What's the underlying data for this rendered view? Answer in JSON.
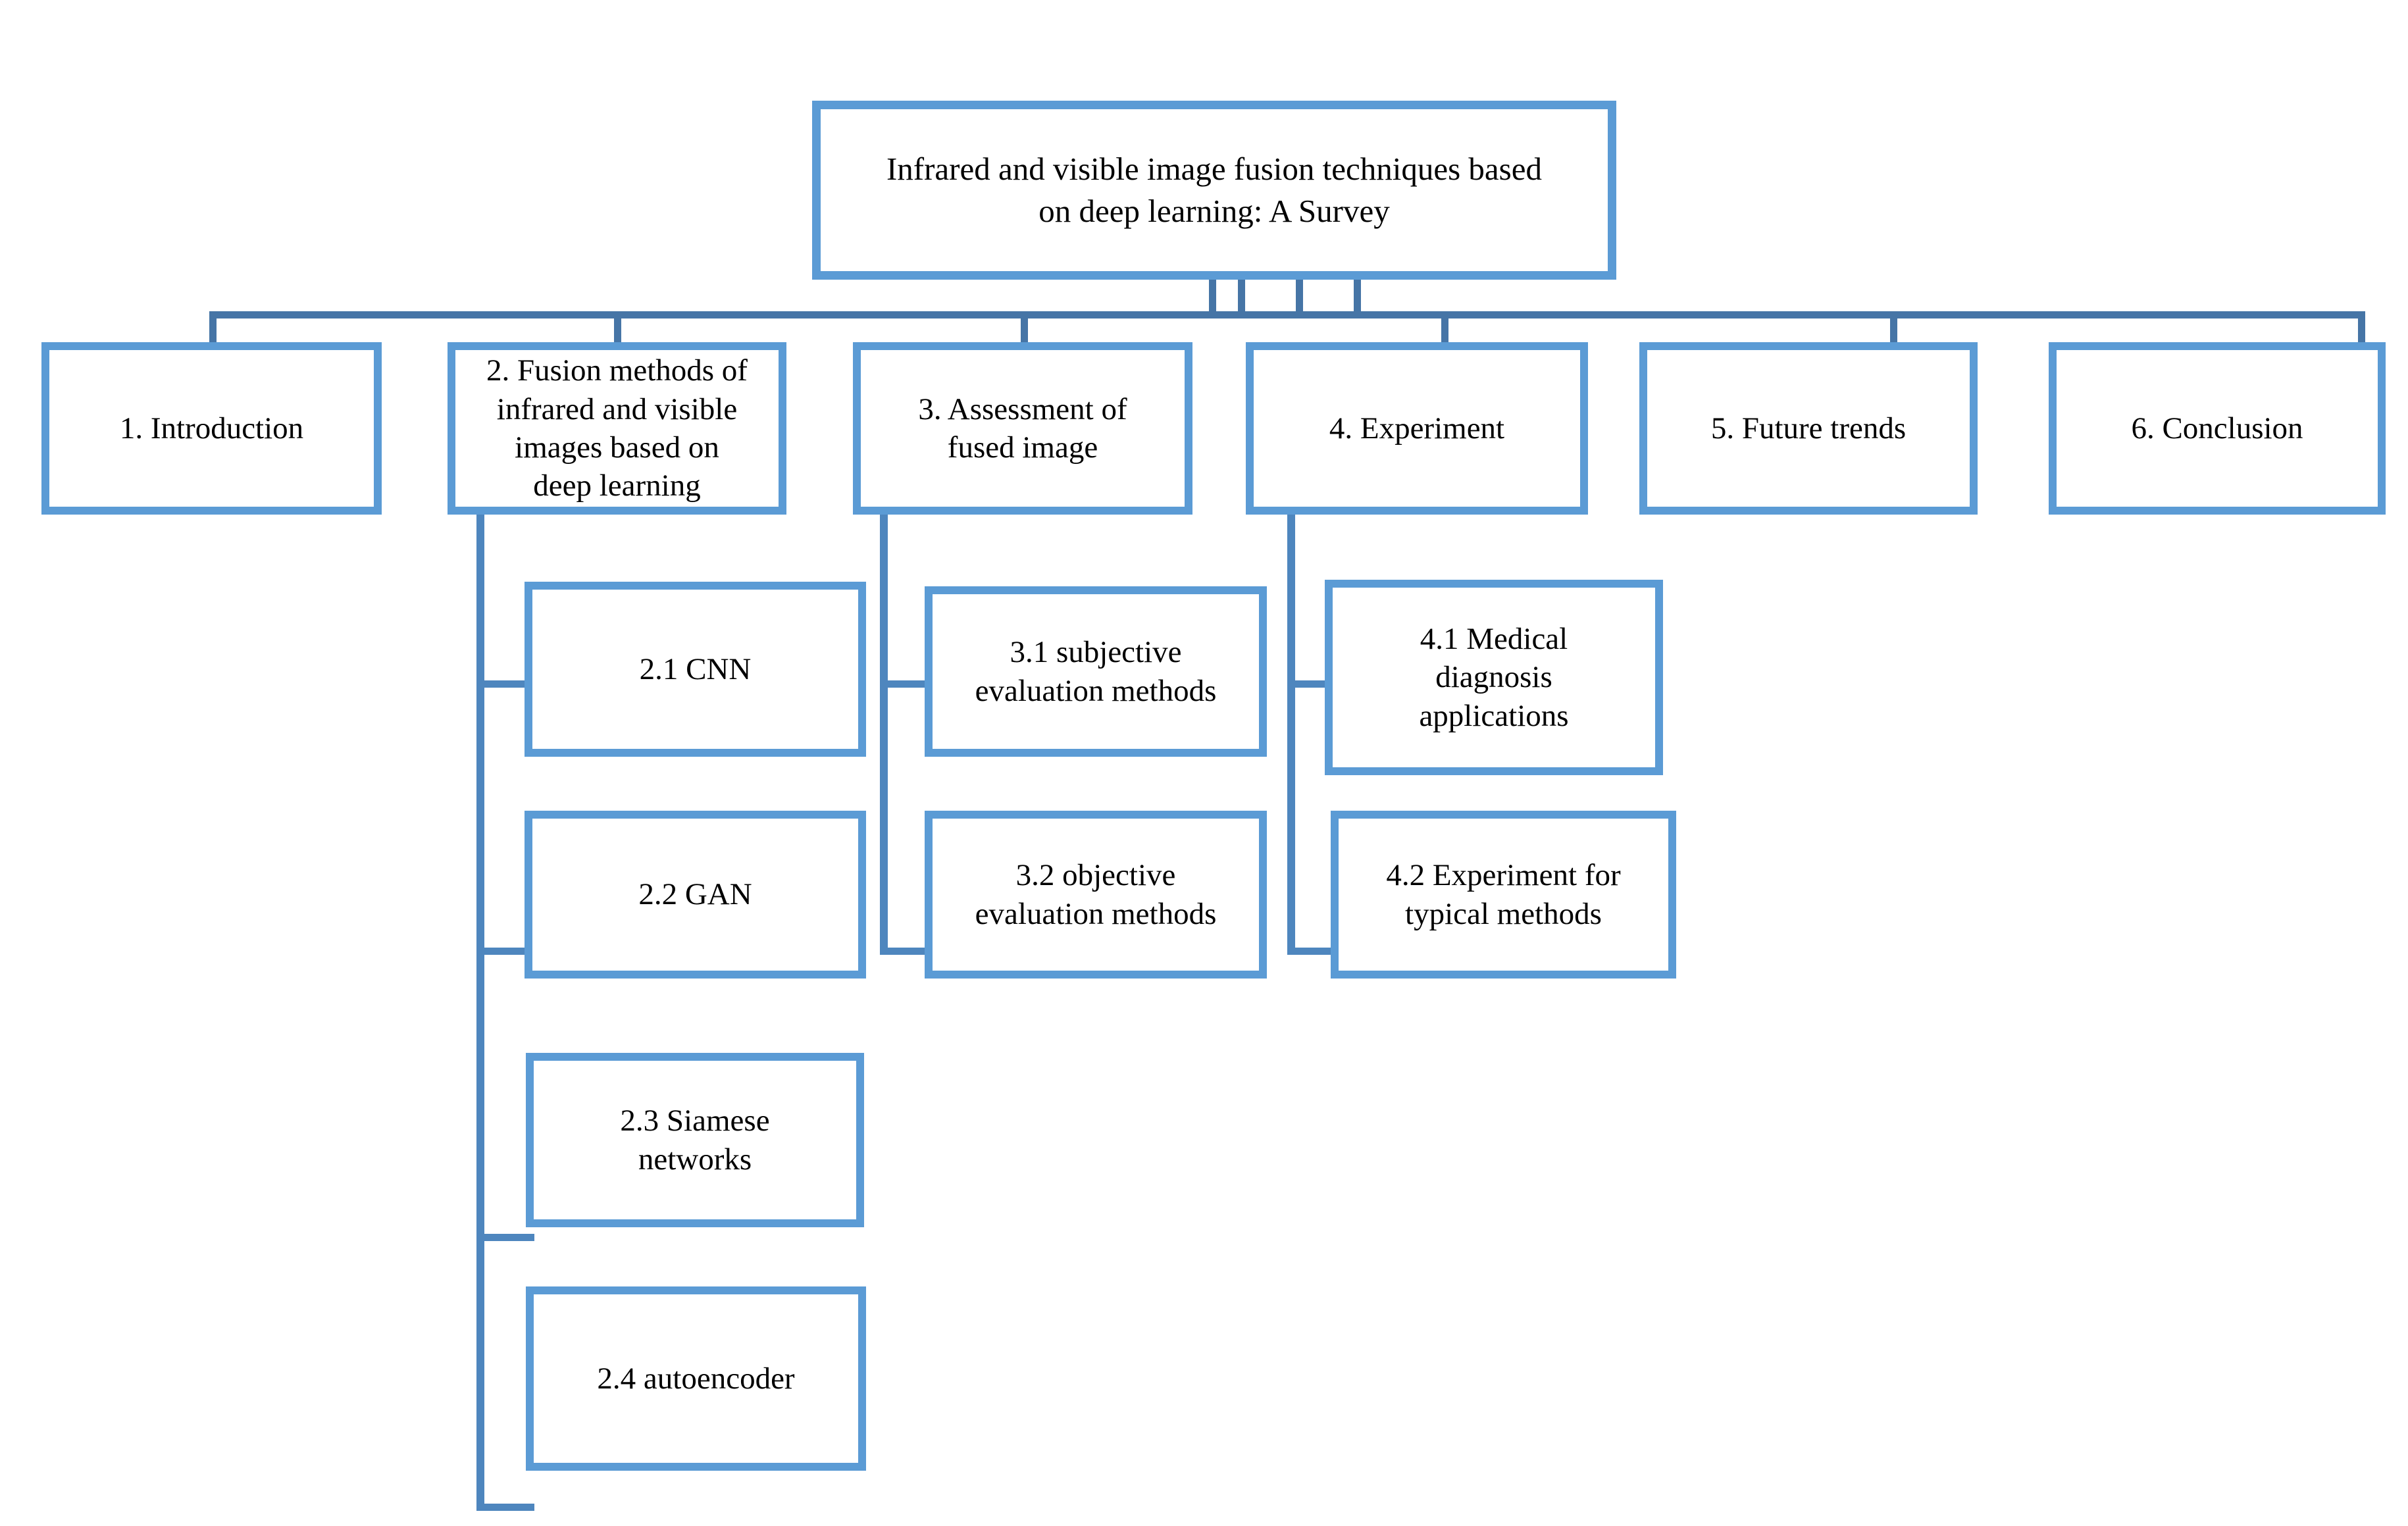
{
  "diagram": {
    "root": {
      "label": "Infrared and visible image fusion techniques based\non deep learning: A Survey"
    },
    "sections": [
      {
        "label": "1. Introduction"
      },
      {
        "label": "2. Fusion methods of\ninfrared and visible\nimages based on\ndeep learning"
      },
      {
        "label": "3. Assessment of\nfused image"
      },
      {
        "label": "4. Experiment"
      },
      {
        "label": "5. Future trends"
      },
      {
        "label": "6. Conclusion"
      }
    ],
    "subsections": {
      "s2": [
        {
          "label": "2.1 CNN"
        },
        {
          "label": "2.2 GAN"
        },
        {
          "label": "2.3 Siamese\nnetworks"
        },
        {
          "label": "2.4 autoencoder"
        }
      ],
      "s3": [
        {
          "label": "3.1 subjective\nevaluation methods"
        },
        {
          "label": "3.2 objective\nevaluation methods"
        }
      ],
      "s4": [
        {
          "label": "4.1 Medical\ndiagnosis\napplications"
        },
        {
          "label": "4.2 Experiment for\ntypical methods"
        }
      ]
    },
    "colors": {
      "box_border": "#5B9BD5",
      "connector_dark": "#4675A6",
      "connector_mid": "#4E86BE",
      "text": "#000000",
      "background": "#FFFFFF"
    }
  }
}
